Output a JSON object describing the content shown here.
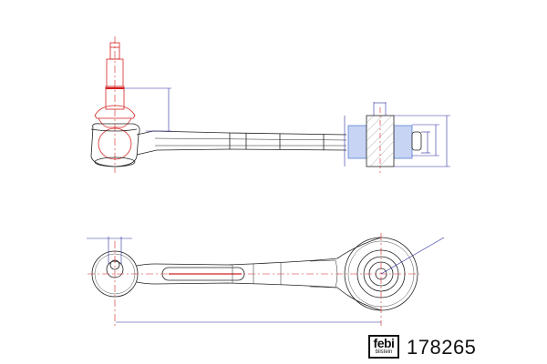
{
  "brand": {
    "logo_top": "febi",
    "logo_bottom": "bilstein"
  },
  "part_number": "178265",
  "colors": {
    "outline": "#222222",
    "stud": "#d42020",
    "dimension": "#2a2aa0",
    "rubber": "#5a7fd8",
    "centerline": "#e03030"
  }
}
